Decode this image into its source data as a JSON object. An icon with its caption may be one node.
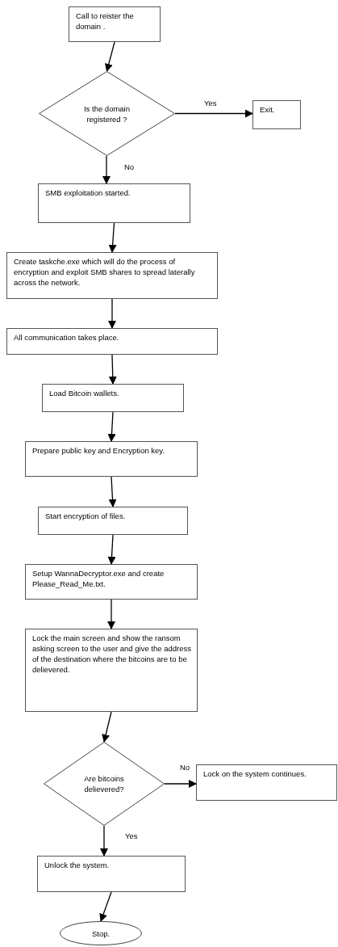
{
  "diagram": {
    "nodes": [
      {
        "text": [
          "Call to reister the domain ."
        ]
      },
      {
        "text": [
          "Is the domain registered ?"
        ]
      },
      {
        "text": [
          "Exit."
        ]
      },
      {
        "text": [
          "SMB  exploitation started."
        ]
      },
      {
        "text": [
          "Create taskche.exe which will do the process of encryption and exploit SMB shares to spread laterally across the network."
        ]
      },
      {
        "text": [
          "All communication takes place."
        ]
      },
      {
        "text": [
          "Load Bitcoin wallets."
        ]
      },
      {
        "text": [
          "Prepare public key and Encryption key."
        ]
      },
      {
        "text": [
          "Start encryption of files."
        ]
      },
      {
        "text": [
          "Setup WannaDecryptor.exe and create Please_Read_Me.txt."
        ]
      },
      {
        "text": [
          "Lock the main screen and show the ransom asking screen to the user and give the address of the destination where the bitcoins are to be delievered."
        ]
      },
      {
        "text": [
          "Are bitcoins delievered?"
        ]
      },
      {
        "text": [
          "Lock on the system continues."
        ]
      },
      {
        "text": [
          "Unlock the system."
        ]
      },
      {
        "text": [
          "Stop."
        ]
      }
    ],
    "edges": [
      {
        "from": 0,
        "to": 1,
        "arrow": "to"
      },
      {
        "from": 1,
        "to": 2,
        "arrow": "to",
        "label": "Yes"
      },
      {
        "from": 1,
        "to": 3,
        "arrow": "to",
        "label": "No"
      },
      {
        "from": 3,
        "to": 4,
        "arrow": "to"
      },
      {
        "from": 4,
        "to": 5,
        "arrow": "to"
      },
      {
        "from": 5,
        "to": 6,
        "arrow": "to"
      },
      {
        "from": 6,
        "to": 7,
        "arrow": "to"
      },
      {
        "from": 7,
        "to": 8,
        "arrow": "to"
      },
      {
        "from": 8,
        "to": 9,
        "arrow": "to"
      },
      {
        "from": 9,
        "to": 10,
        "arrow": "to"
      },
      {
        "from": 10,
        "to": 11,
        "arrow": "to"
      },
      {
        "from": 11,
        "to": 12,
        "arrow": "to",
        "label": "No"
      },
      {
        "from": 11,
        "to": 13,
        "arrow": "to",
        "label": "Yes"
      },
      {
        "from": 13,
        "to": 14,
        "arrow": "to"
      }
    ]
  }
}
